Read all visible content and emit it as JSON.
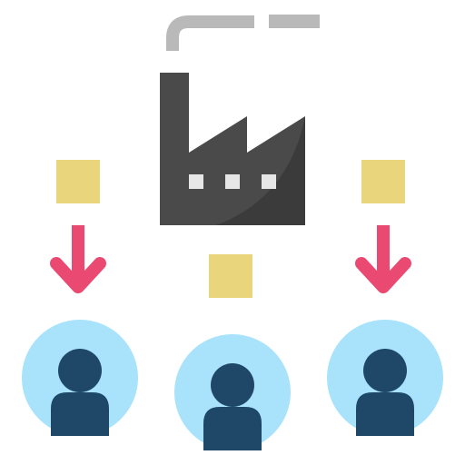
{
  "icon": {
    "name": "factory-distribution-icon",
    "elements": [
      "smoke-lines",
      "factory",
      "product-boxes",
      "down-arrows",
      "customer-avatars"
    ]
  },
  "colors": {
    "background": "#ffffff",
    "smoke": "#b9b9b9",
    "factory_main": "#4a4a4a",
    "factory_shade": "#3b3b3b",
    "factory_windows": "#e6e6e6",
    "box": "#e8d57c",
    "arrow": "#ea4a72",
    "avatar_bg": "#a8e2fb",
    "avatar_person": "#1f4868"
  }
}
